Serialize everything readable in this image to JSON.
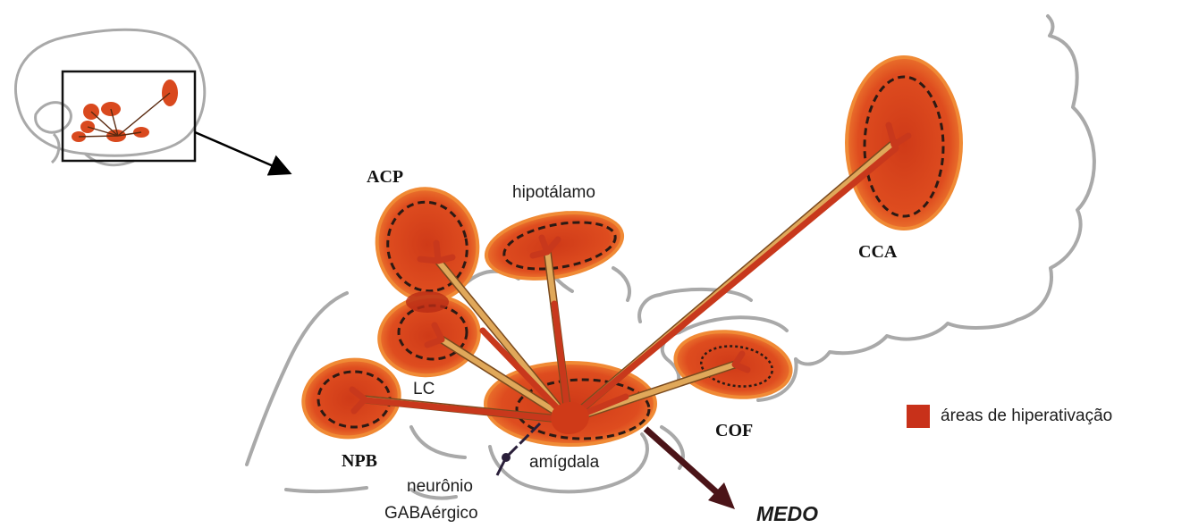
{
  "colors": {
    "region_fill": "#d9491e",
    "region_glow": "#f08a35",
    "legend_swatch": "#c8311a",
    "outline": "#a9a9a9",
    "dash": "#2b1a14",
    "neuron": "#c8381c",
    "neuron_body": "#cf3a18",
    "axon": "#e0a85a",
    "axon_edge": "#7a4a1e",
    "gaba": "#2a1f3a",
    "output_arrow": "#4b1418",
    "arrow": "#000000"
  },
  "labels": {
    "acp": "ACP",
    "hipotalamo": "hipotálamo",
    "cca": "CCA",
    "lc": "LC",
    "npb": "NPB",
    "cof": "COF",
    "amigdala": "amígdala",
    "neuronio": "neurônio",
    "gaba": "GABAérgico",
    "medo": "MEDO"
  },
  "legend": {
    "label": "áreas de hiperativação"
  },
  "inset": {
    "type": "sagittal brain overview with highlighted box"
  }
}
